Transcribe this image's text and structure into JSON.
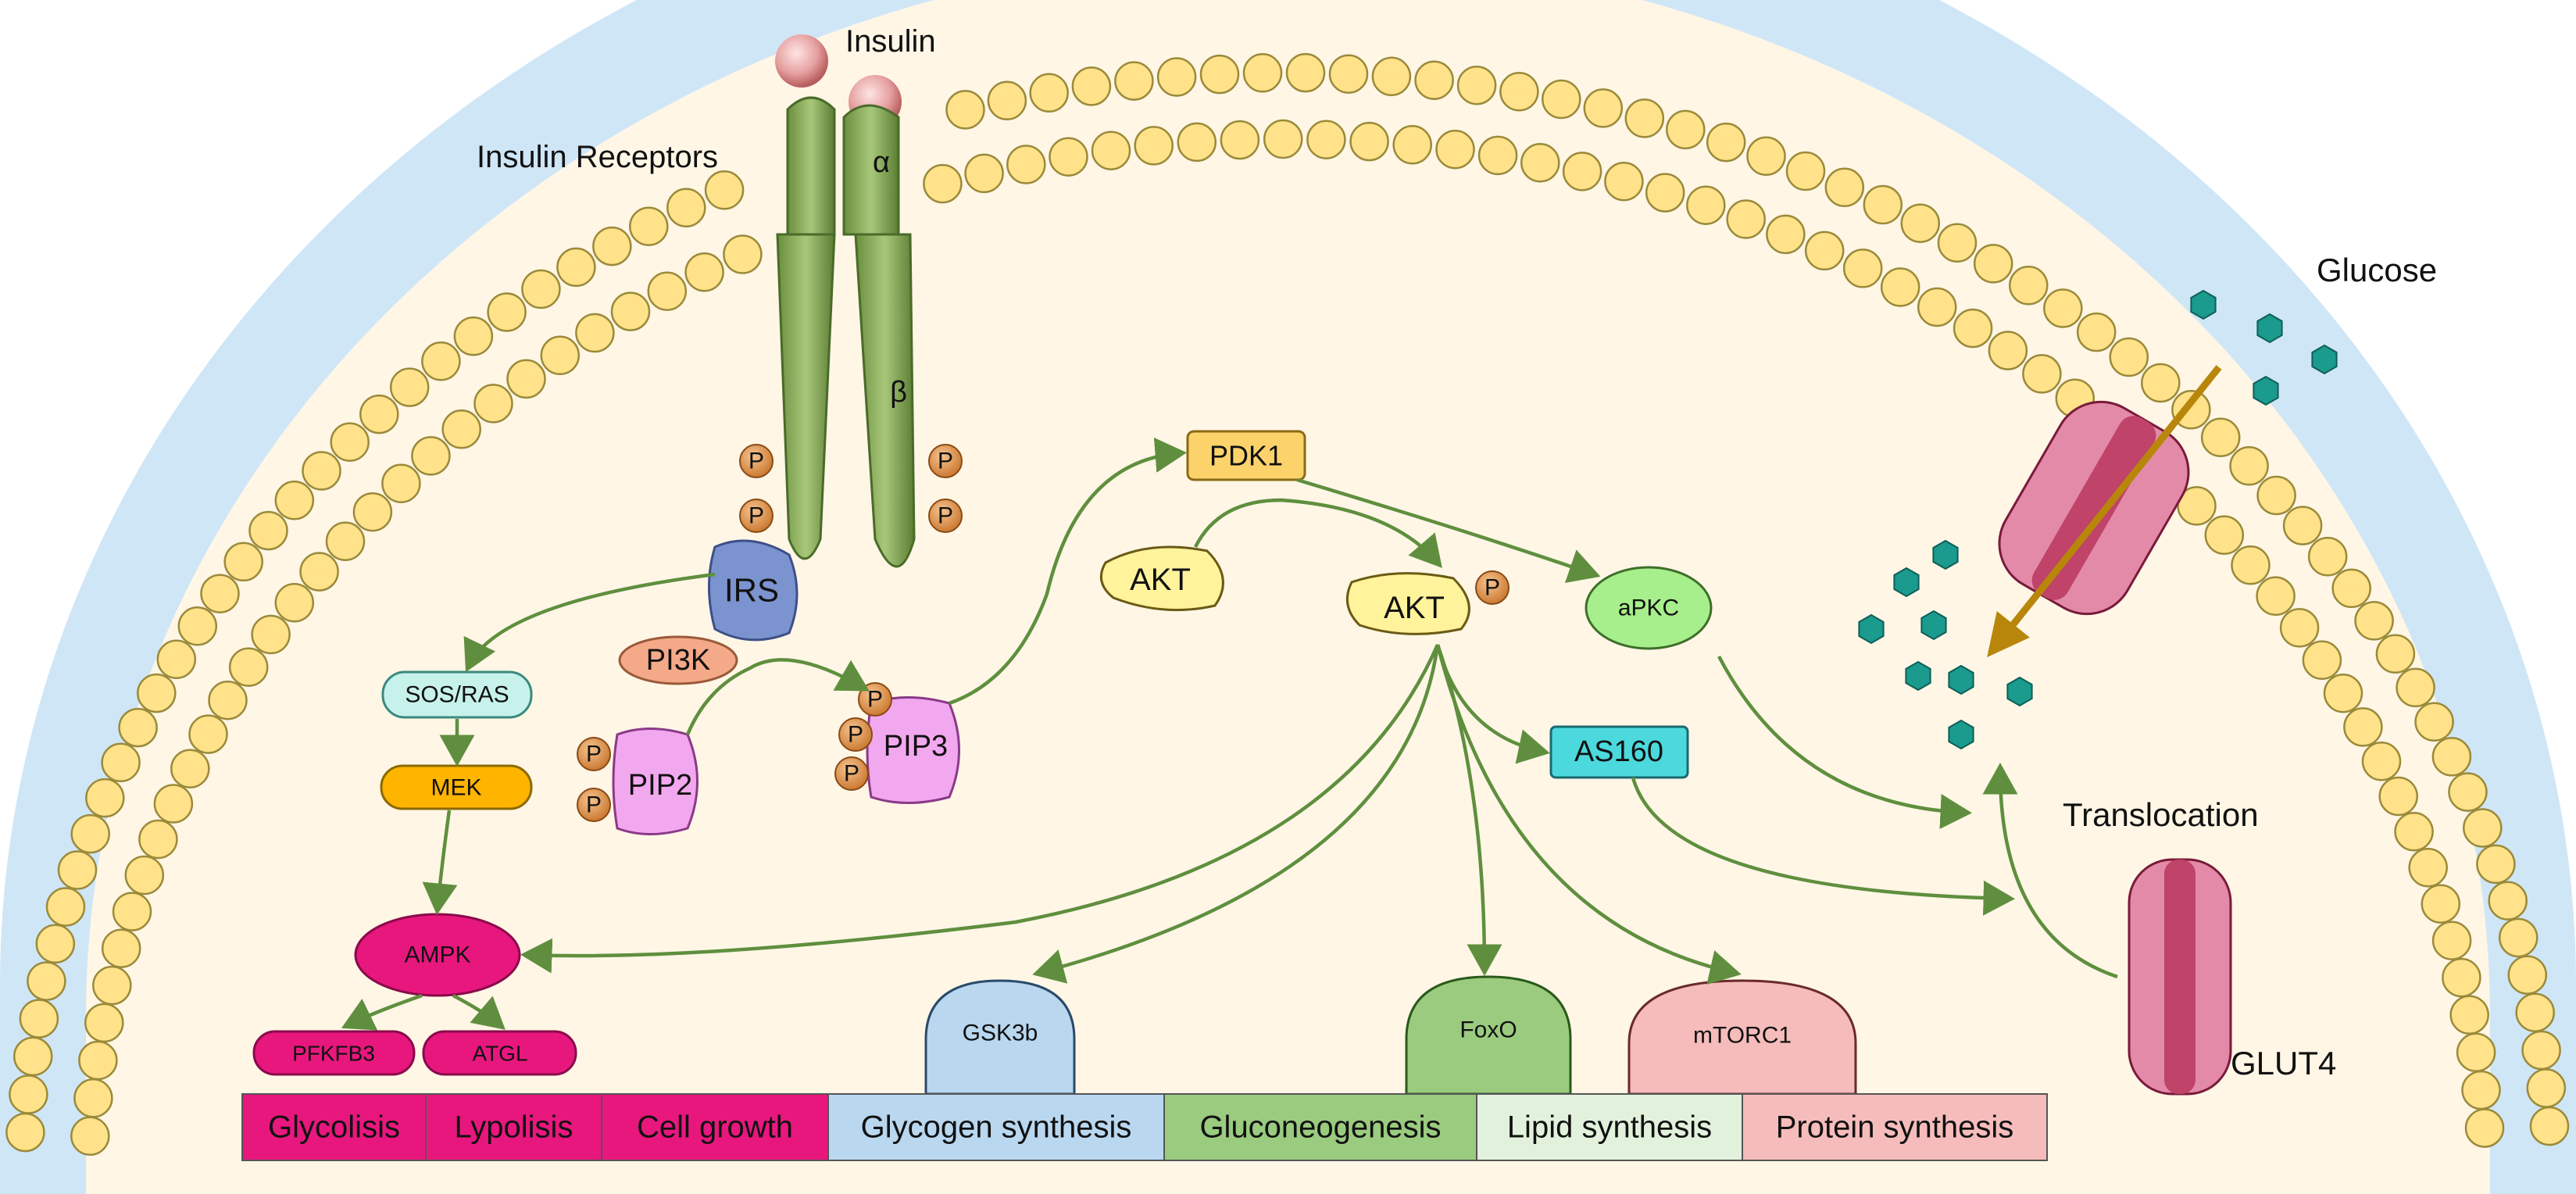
{
  "labels": {
    "insulin": "Insulin",
    "insulin_receptors": "Insulin Receptors",
    "alpha": "α",
    "beta": "β",
    "glucose": "Glucose",
    "translocation": "Translocation",
    "glut4": "GLUT4",
    "phospho": "P"
  },
  "nodes": {
    "irs": "IRS",
    "pi3k": "PI3K",
    "pip2": "PIP2",
    "pip3": "PIP3",
    "pdk1": "PDK1",
    "akt_inactive": "AKT",
    "akt_active": "AKT",
    "apkc": "aPKC",
    "as160": "AS160",
    "sos_ras": "SOS/RAS",
    "mek": "MEK",
    "ampk": "AMPK",
    "pfkfb3": "PFKFB3",
    "atgl": "ATGL",
    "gsk3b": "GSK3b",
    "foxo": "FoxO",
    "mtorc1": "mTORC1"
  },
  "outcomes": [
    {
      "label": "Glycolisis",
      "color": "#e8177e"
    },
    {
      "label": "Lypolisis",
      "color": "#e8177e"
    },
    {
      "label": "Cell growth",
      "color": "#e8177e"
    },
    {
      "label": "Glycogen synthesis",
      "color": "#b9d7ef"
    },
    {
      "label": "Gluconeogenesis",
      "color": "#9acb7f"
    },
    {
      "label": "Lipid synthesis",
      "color": "#e2f1dc"
    },
    {
      "label": "Protein synthesis",
      "color": "#f6bcbc"
    }
  ],
  "colors": {
    "arrow": "#5f8f3e",
    "membrane_blue": "#cfe6f7",
    "lipid_head": "#ffe28a",
    "cytoplasm": "#fff6e6",
    "receptor_green": "#7ea34f",
    "glut_red": "#c0436a",
    "glucose_teal": "#1b9a8e"
  }
}
